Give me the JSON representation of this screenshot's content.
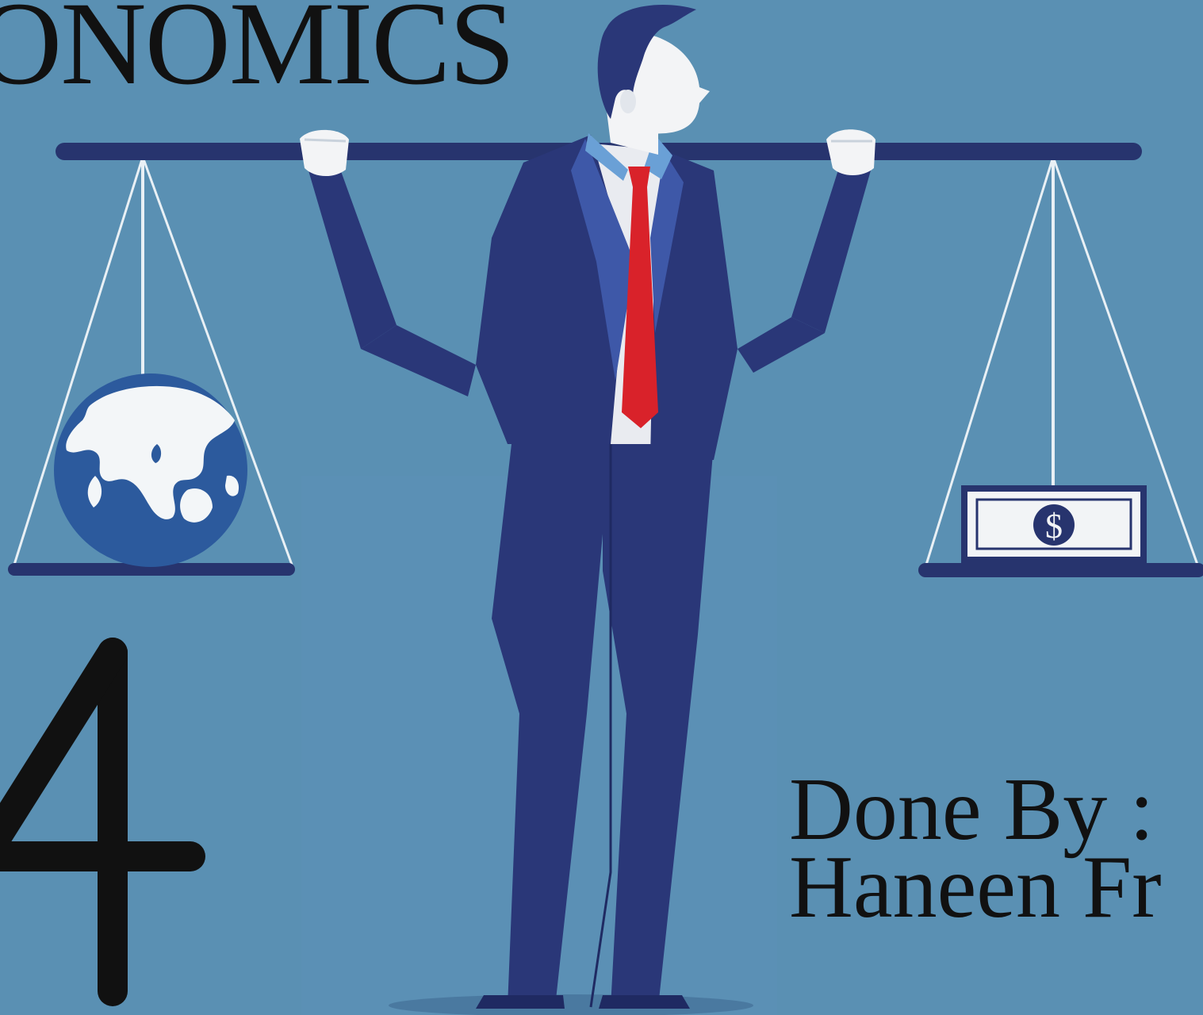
{
  "slide": {
    "title": "ONOMICS",
    "number": "4",
    "credit_label": "Done By :",
    "credit_name": "Haneen Fr"
  },
  "illustration": {
    "figure": "businessman-balancing-scale",
    "left_pan_item": "globe-icon",
    "right_pan_item": "dollar-bill-icon",
    "currency_symbol": "$"
  },
  "colors": {
    "background": "#5a90b3",
    "suit": "#2a3778",
    "tie": "#d9222a",
    "text": "#111111"
  }
}
